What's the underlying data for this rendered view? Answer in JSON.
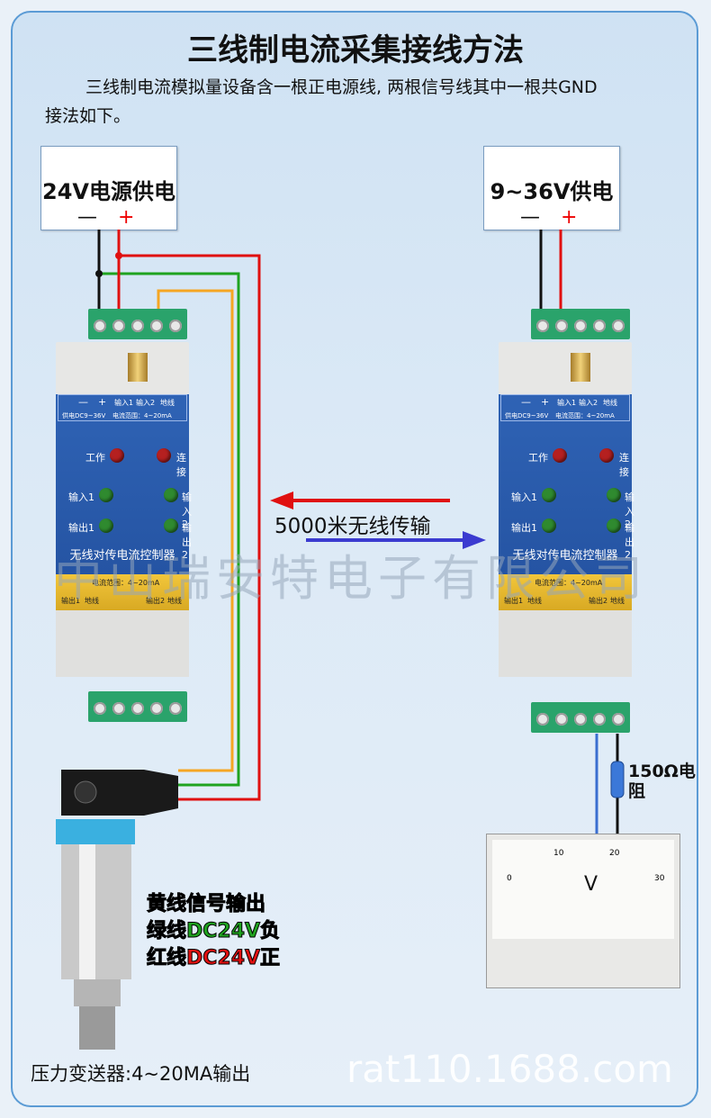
{
  "title": "三线制电流采集接线方法",
  "description": {
    "line1": "三线制电流模拟量设备含一根正电源线, 两根信号线其中一根共GND",
    "line2": "接法如下。"
  },
  "left_power": {
    "label": "24V电源供电",
    "minus": "—",
    "plus": "+"
  },
  "right_power": {
    "label": "9~36V供电",
    "minus": "—",
    "plus": "+"
  },
  "device": {
    "head_row1": [
      "—",
      "+",
      "输入1",
      "输入2",
      "地线"
    ],
    "head_row2": [
      "供电DC9~36V",
      "电流范围：4~20mA"
    ],
    "leds": {
      "work": "工作",
      "connect": "连接",
      "in1": "输入1",
      "in2": "输入2",
      "out1": "输出1",
      "out2": "输出2"
    },
    "name": "无线对传电流控制器",
    "yellow_row1": "电流范围：4~20mA",
    "yellow_row2": [
      "输出1",
      "地线",
      "输出2",
      "地线"
    ]
  },
  "wireless_label": "5000米无线传输",
  "watermark": "中山瑞安特电子有限公司",
  "resistor_label": "150Ω电阻",
  "meter": {
    "unit": "V",
    "scale": [
      "0",
      "10",
      "20",
      "30"
    ]
  },
  "wire_legend": [
    {
      "text": "黄线信号输出",
      "color": "#f5b800"
    },
    {
      "text": "绿线DC24V负",
      "color": "#1fa31f"
    },
    {
      "text": "红线DC24V正",
      "color": "#e01010"
    }
  ],
  "sensor_label": "压力变送器:4~20MA输出",
  "url": "rat110.1688.com",
  "colors": {
    "frame": "#5b9bd5",
    "device_blue": "#2f63b5",
    "terminal_green": "#2aa36b",
    "red_wire": "#e01010",
    "green_wire": "#1fa31f",
    "yellow_wire": "#f5a623"
  }
}
